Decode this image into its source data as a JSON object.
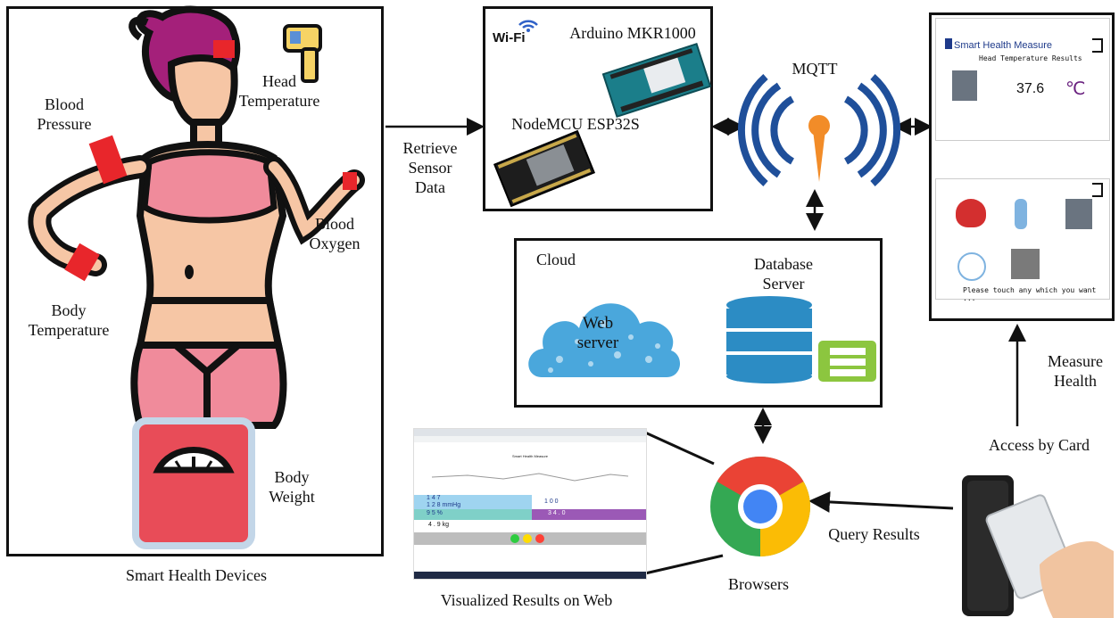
{
  "devices": {
    "caption": "Smart Health Devices",
    "head_temperature": [
      "Head",
      "Temperature"
    ],
    "blood_pressure": [
      "Blood",
      "Pressure"
    ],
    "blood_oxygen": [
      "Blood",
      "Oxygen"
    ],
    "body_temperature": [
      "Body",
      "Temperature"
    ],
    "body_weight": [
      "Body",
      "Weight"
    ]
  },
  "retrieve": [
    "Retrieve",
    "Sensor",
    "Data"
  ],
  "boards": {
    "wifi": "Wi-Fi",
    "arduino": "Arduino MKR1000",
    "nodemcu": "NodeMCU ESP32S"
  },
  "mqtt": "MQTT",
  "cloud": {
    "title": "Cloud",
    "web_server": [
      "Web",
      "server"
    ],
    "database_server": [
      "Database",
      "Server"
    ]
  },
  "device_screen": {
    "app_title": "Smart Health Measure",
    "subtitle": "Head Temperature  Results",
    "reading": "37.6",
    "unit": "℃",
    "prompt": "Please touch any which you want ..."
  },
  "measure_health": [
    "Measure",
    "Health"
  ],
  "access_by_card": "Access by Card",
  "query_results": "Query Results",
  "browsers": "Browsers",
  "visualized_caption": "Visualized Results on Web",
  "web_screenshot": {
    "title": "Smart Health Measure",
    "bp_top": "1 4 7",
    "bp_bottom": "1 2 8 mmHg",
    "heart_rate": "1 0 0",
    "spo2": "9 5 %",
    "temp": "3 4 . 0",
    "weight": "4 . 9 kg"
  },
  "colors": {
    "figure_skin": "#f6c6a5",
    "figure_pink": "#f08b9b",
    "hair": "#a4207a",
    "sensor_red": "#e8262b",
    "scale_red": "#e84c58",
    "wifi_blue": "#2f61c7",
    "cloud_blue": "#4aa7dc",
    "db_blue": "#2c8cc4",
    "db_green": "#8cc63f",
    "mqtt_blue": "#1f4f9a",
    "mqtt_orange": "#f28c28"
  }
}
